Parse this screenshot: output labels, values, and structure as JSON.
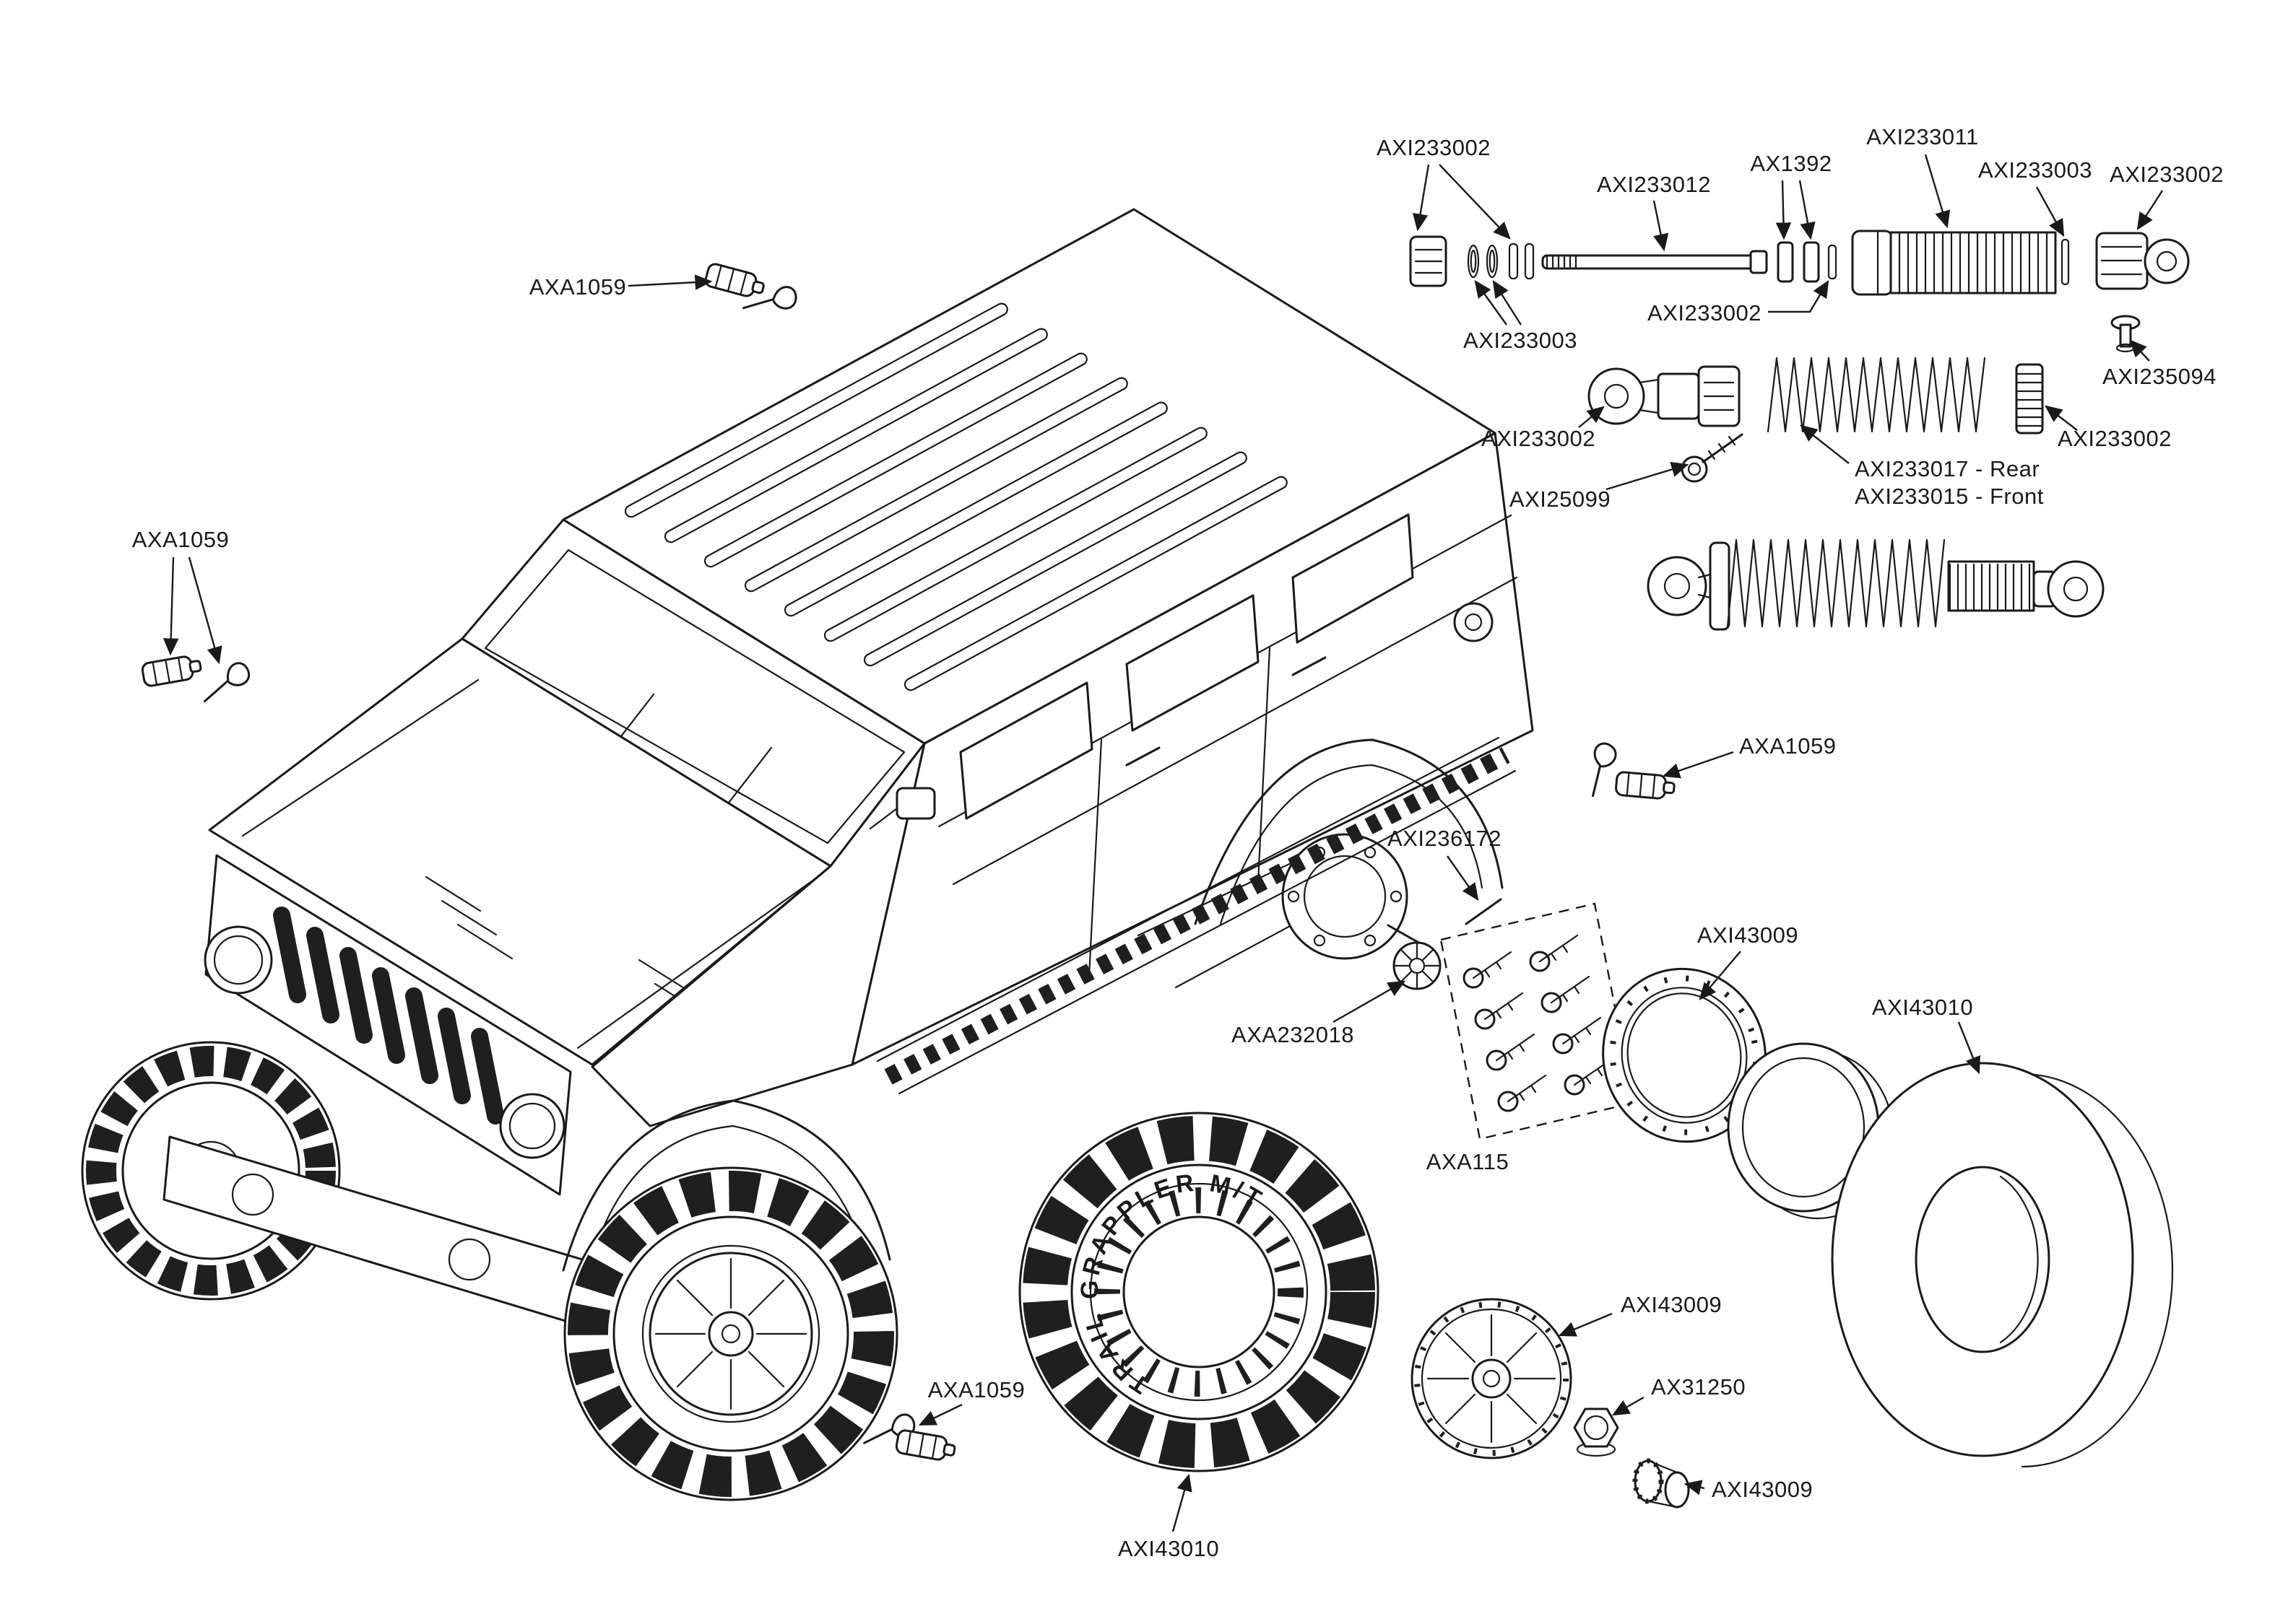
{
  "page": {
    "background": "#ffffff",
    "line_color": "#1a1a1a"
  },
  "callouts": {
    "shock": {
      "seal_retainer": "AXI233002",
      "shaft": "AXI233012",
      "pistons": "AX1392",
      "body": "AXI233011",
      "oring_right": "AXI233003",
      "cap": "AXI233002",
      "orings_left": "AXI233003",
      "spacer": "AXI233002",
      "bushing": "AXI235094",
      "rod_end": "AXI233002",
      "collar": "AXI233002",
      "spring_rear": "AXI233017 - Rear",
      "spring_front": "AXI233015 - Front",
      "screw": "AXI25099"
    },
    "clips": {
      "top": "AXA1059",
      "left": "AXA1059",
      "right": "AXA1059",
      "bottom": "AXA1059"
    },
    "wheel": {
      "pin": "AXI236172",
      "hex": "AXA232018",
      "screws": "AXA115",
      "beadlock_ring": "AXI43009",
      "tire_right": "AXI43010",
      "wheel_face": "AXI43009",
      "lug_nut": "AX31250",
      "hub_cover": "AXI43009",
      "tire_left": "AXI43010",
      "sidewall_text": "TRAIL GRAPPLER M/T"
    }
  }
}
